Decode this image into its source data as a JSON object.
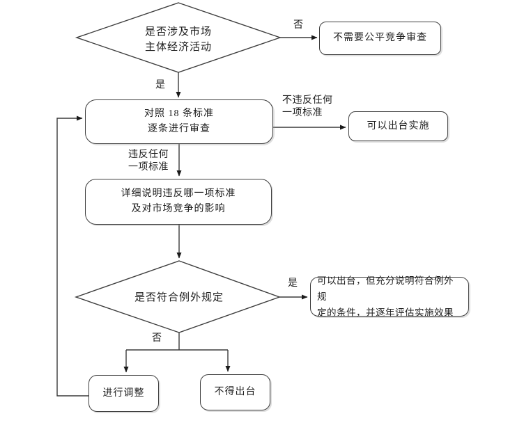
{
  "canvas": {
    "background": "#ffffff",
    "line_color": "#3a3a3a",
    "text_color": "#1c1c1c"
  },
  "nodes": {
    "decision_market": {
      "shape": "diamond",
      "text": "是否涉及市场\n主体经济活动"
    },
    "no_review": {
      "shape": "rounded-rect",
      "text": "不需要公平竞争审查"
    },
    "review_standards": {
      "shape": "rounded-rect",
      "text": "对照 18 条标准\n逐条进行审查"
    },
    "can_implement": {
      "shape": "rounded-rect",
      "text": "可以出台实施"
    },
    "explain_violation": {
      "shape": "rounded-rect",
      "text": "详细说明违反哪一项标准\n及对市场竞争的影响"
    },
    "decision_exception": {
      "shape": "diamond",
      "text": "是否符合例外规定"
    },
    "conditional_issue": {
      "shape": "rounded-rect",
      "text": "可以出台，但充分说明符合例外规\n定的条件，并逐年评估实施效果"
    },
    "adjust": {
      "shape": "rounded-rect",
      "text": "进行调整"
    },
    "no_issue": {
      "shape": "rounded-rect",
      "text": "不得出台"
    }
  },
  "edge_labels": {
    "market_no": "否",
    "market_yes": "是",
    "no_violation": "不违反任何\n一项标准",
    "violation": "违反任何\n一项标准",
    "exception_yes": "是",
    "exception_no": "否"
  }
}
